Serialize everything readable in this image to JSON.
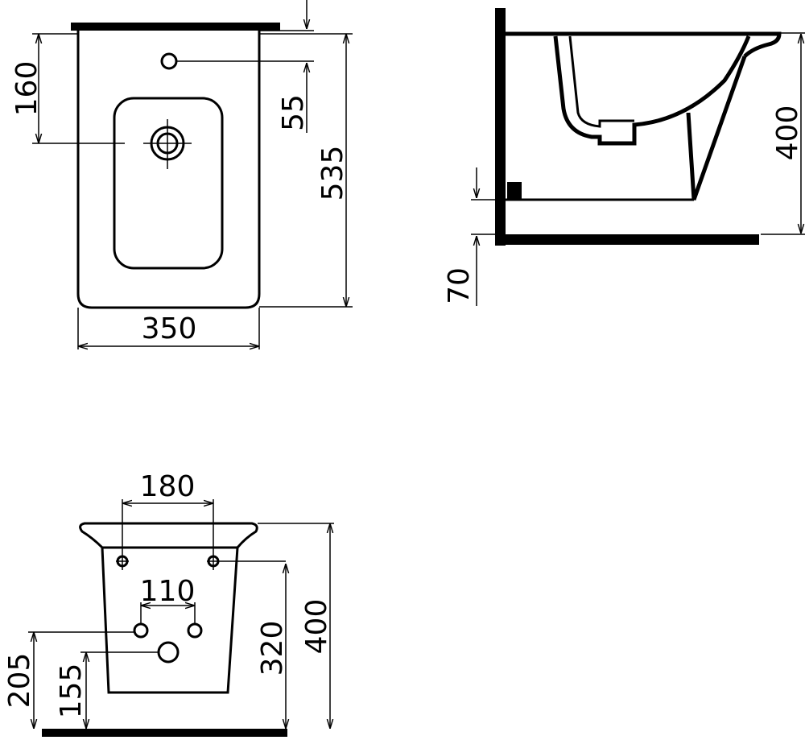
{
  "top_view": {
    "dim_tap_to_drain": "160",
    "dim_tap_offset": "55",
    "dim_length": "535",
    "dim_width": "350"
  },
  "side_view": {
    "dim_height": "400",
    "dim_floor_gap": "70"
  },
  "front_view": {
    "dim_fixing_spacing": "180",
    "dim_supply_spacing": "110",
    "dim_fixing_height": "320",
    "dim_height": "400",
    "dim_supply_height": "205",
    "dim_waste_height": "155"
  },
  "colors": {
    "line": "#000000",
    "background": "#ffffff"
  }
}
